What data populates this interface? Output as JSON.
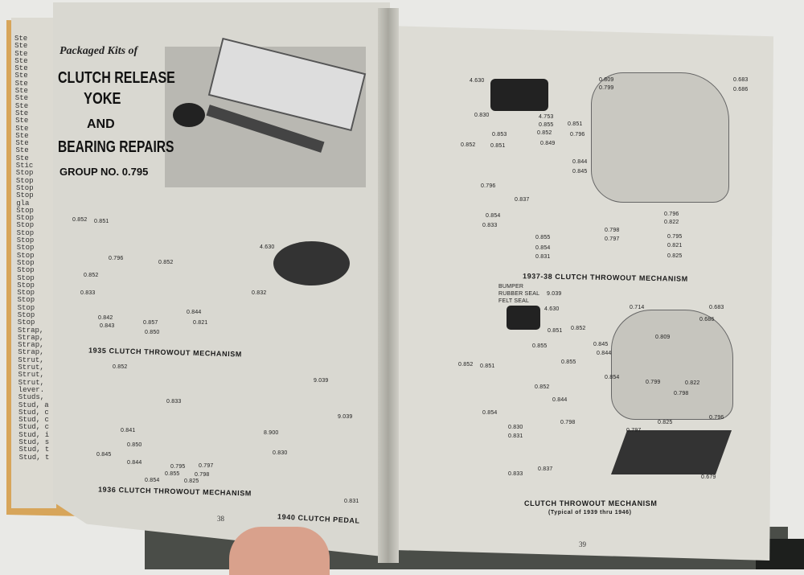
{
  "index_strip": [
    "Ste",
    "Ste",
    "Ste",
    "Ste",
    "Ste",
    "Ste",
    "Ste",
    "Ste",
    "Ste",
    "Ste",
    "Ste",
    "Ste",
    "Ste",
    "Ste",
    "Ste",
    "Ste",
    "Ste",
    "Stic",
    "Stop",
    "Stop",
    "Stop",
    "Stop",
    "gla",
    "Stop",
    "Stop",
    "Stop",
    "Stop",
    "Stop",
    "Stop",
    "Stop",
    "Stop",
    "Stop",
    "Stop",
    "Stop",
    "Stop",
    "Stop",
    "Stop",
    "Stop",
    "Stop",
    "Strap,",
    "Strap,",
    "Strap,",
    "Strap,",
    "Strut,",
    "Strut,",
    "Strut,",
    "Strut,",
    "lever.",
    "Studs,",
    "Stud, a",
    "Stud, c",
    "Stud, c",
    "Stud, c",
    "Stud, i",
    "Stud, s",
    "Stud, t",
    "Stud, t"
  ],
  "left_page": {
    "kit_heading": {
      "line1": "Packaged Kits of",
      "line2": "CLUTCH RELEASE",
      "line3": "YOKE",
      "line4": "AND",
      "line5": "BEARING REPAIRS",
      "line6": "GROUP NO. 0.795"
    },
    "fig1935": {
      "caption": "1935 CLUTCH THROWOUT MECHANISM",
      "labels": [
        "0.852",
        "0.851",
        "0.796",
        "0.852",
        "0.852",
        "0.833",
        "0.844",
        "0.842",
        "0.843",
        "0.857",
        "0.850",
        "0.821"
      ]
    },
    "fig1936": {
      "caption": "1936 CLUTCH THROWOUT MECHANISM",
      "labels": [
        "0.852",
        "0.833",
        "0.841",
        "0.850",
        "0.845",
        "0.844",
        "0.795",
        "0.797",
        "0.855",
        "0.798",
        "0.854",
        "0.825"
      ]
    },
    "fig1940": {
      "caption": "1940 CLUTCH PEDAL",
      "labels": [
        "4.630",
        "0.832",
        "9.039",
        "9.039",
        "8.900",
        "0.830",
        "0.831"
      ]
    },
    "page_number": "38"
  },
  "right_page": {
    "fig1937": {
      "caption": "1937-38 CLUTCH THROWOUT MECHANISM",
      "labels": [
        "4.630",
        "0.809",
        "0.799",
        "0.683",
        "0.686",
        "0.830",
        "4.753",
        "0.855",
        "0.851",
        "0.853",
        "0.852",
        "0.796",
        "0.852",
        "0.851",
        "0.849",
        "0.796",
        "0.844",
        "0.845",
        "0.837",
        "0.854",
        "0.833",
        "0.855",
        "0.854",
        "0.831",
        "0.798",
        "0.797",
        "0.796",
        "0.822",
        "0.795",
        "0.821",
        "0.825"
      ]
    },
    "fig1939": {
      "caption": "CLUTCH THROWOUT MECHANISM",
      "subcaption": "(Typical of 1939 thru 1946)",
      "labels": [
        "BUMPER",
        "RUBBER SEAL",
        "FELT SEAL",
        "9.039",
        "4.630",
        "0.714",
        "0.683",
        "0.686",
        "0.851",
        "0.852",
        "0.855",
        "0.845",
        "0.844",
        "0.809",
        "0.852",
        "0.851",
        "0.855",
        "0.852",
        "0.854",
        "0.799",
        "0.822",
        "0.844",
        "0.854",
        "0.798",
        "0.798",
        "0.825",
        "0.796",
        "0.830",
        "0.831",
        "0.797",
        "0.833",
        "0.837",
        "0.679"
      ]
    },
    "page_number": "39"
  }
}
